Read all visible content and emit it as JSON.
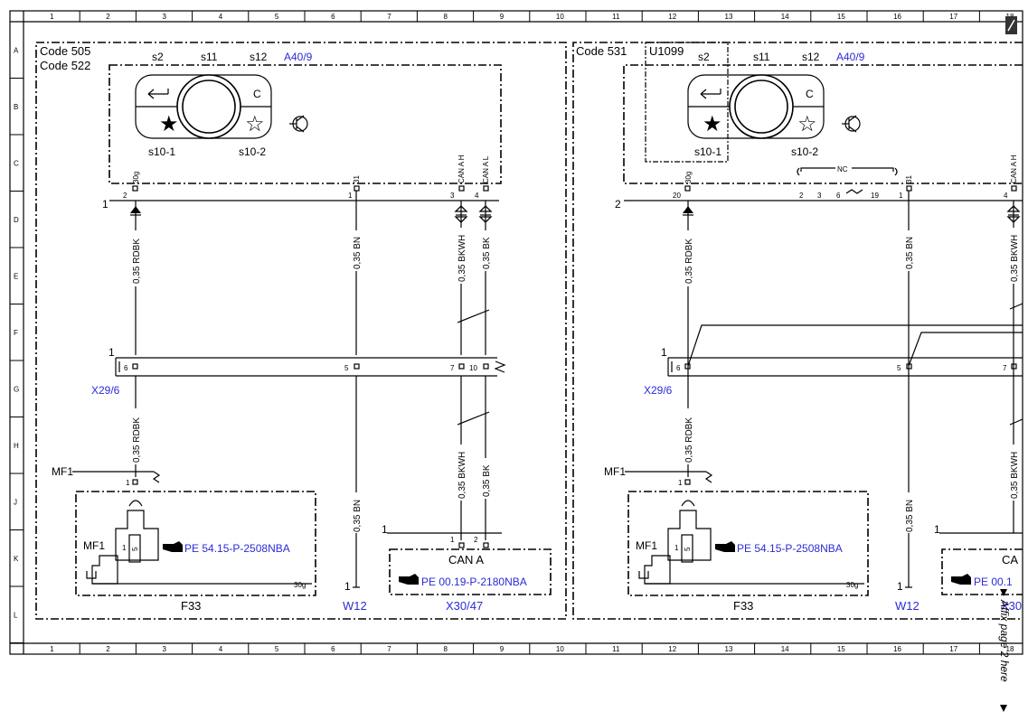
{
  "frame": {
    "columns": [
      "1",
      "2",
      "3",
      "4",
      "5",
      "6",
      "7",
      "8",
      "9",
      "10",
      "11",
      "12",
      "13",
      "14",
      "15",
      "16",
      "17",
      "18"
    ],
    "rows": [
      "A",
      "B",
      "C",
      "D",
      "E",
      "F",
      "G",
      "H",
      "J",
      "K",
      "L"
    ]
  },
  "left": {
    "code_a": "Code 505",
    "code_b": "Code 522",
    "switch_labels": [
      "s2",
      "s11",
      "s12"
    ],
    "component": "A40/9",
    "sub_a": "s10-1",
    "sub_b": "s10-2",
    "c_label": "C",
    "connector_top": "1",
    "pins": [
      "2",
      "1",
      "3",
      "4"
    ],
    "pin_names": [
      "30g",
      "31",
      "CAN A H",
      "CAN A L"
    ],
    "wires": [
      "0,35 RDBK",
      "0,35 BN",
      "0,35 BKWH",
      "0,35 BK"
    ],
    "wires_lower": [
      "0,35 RDBK",
      "0,35 BN",
      "0,35 BKWH",
      "0,35 BK"
    ],
    "connector_mid": "1",
    "mid_pins": [
      "6",
      "5",
      "7",
      "10"
    ],
    "mid_label": "X29/6",
    "mf_label": "MF1",
    "mf_pin": "1",
    "mf_inner": "MF1",
    "fuse_code": "5",
    "fuse_one": "1",
    "ref_fuse": "PE 54.15-P-2508NBA",
    "fuse_wire": "30g",
    "fuse_name": "F33",
    "ground_pin": "1",
    "ground": "W12",
    "can_title": "CAN A",
    "can_conn": "1",
    "can_pins": [
      "1",
      "2"
    ],
    "ref_can": "PE 00.19-P-2180NBA",
    "can_name": "X30/47"
  },
  "right": {
    "code_a": "Code 531",
    "code_b": "U1099",
    "switch_labels": [
      "s2",
      "s11",
      "s12"
    ],
    "component": "A40/9",
    "sub_a": "s10-1",
    "sub_b": "s10-2",
    "c_label": "C",
    "connector_top": "2",
    "pins": [
      "20",
      "2",
      "3",
      "6",
      "19",
      "1",
      "4"
    ],
    "pin_names": [
      "30g",
      "31",
      "CAN A H"
    ],
    "nc_label": "NC",
    "wires": [
      "0,35 RDBK",
      "0,35 BN",
      "0,35 BKWH"
    ],
    "wires_lower": [
      "0,35 RDBK",
      "0,35 BN",
      "0,35 BKWH"
    ],
    "connector_mid": "1",
    "mid_pins": [
      "6",
      "5",
      "7"
    ],
    "mid_label": "X29/6",
    "mf_label": "MF1",
    "mf_pin": "1",
    "mf_inner": "MF1",
    "fuse_code": "5",
    "fuse_one": "1",
    "ref_fuse": "PE 54.15-P-2508NBA",
    "fuse_wire": "30g",
    "fuse_name": "F33",
    "ground_pin": "1",
    "ground": "W12",
    "can_title": "CA",
    "can_conn": "1",
    "ref_can": "PE 00.1",
    "can_name": "X30"
  },
  "margin_note": "Affix page 2 here"
}
